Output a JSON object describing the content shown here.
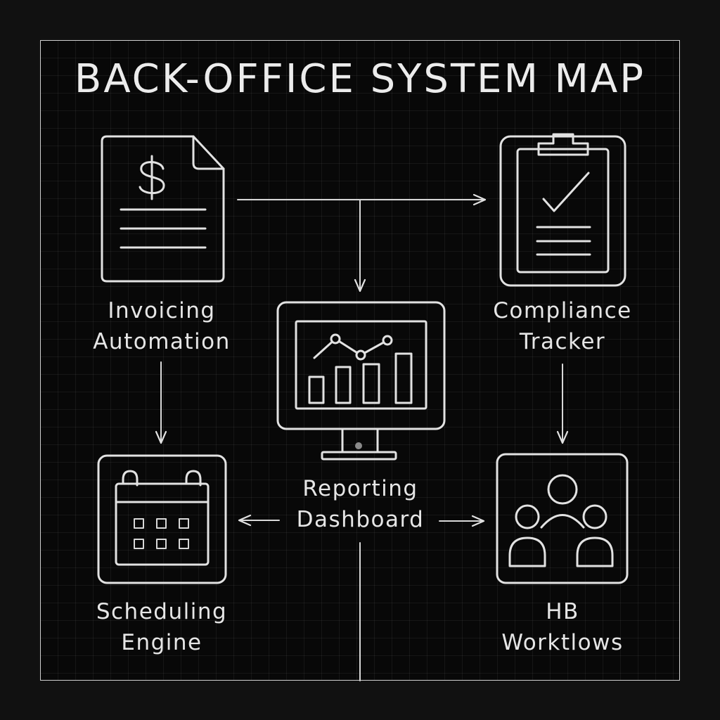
{
  "title": "BACK-OFFICE SYSTEM MAP",
  "colors": {
    "background": "#111111",
    "panel": "#080808",
    "line": "#e2e2e2",
    "text": "#ececec"
  },
  "nodes": {
    "invoicing": {
      "line1": "Invoicing",
      "line2": "Automation",
      "icon": "invoice-document-icon"
    },
    "compliance": {
      "line1": "Compliance",
      "line2": "Tracker",
      "icon": "clipboard-check-icon"
    },
    "reporting": {
      "line1": "Reporting",
      "line2": "Dashboard",
      "icon": "monitor-chart-icon"
    },
    "scheduling": {
      "line1": "Scheduling",
      "line2": "Engine",
      "icon": "calendar-icon"
    },
    "hr": {
      "line1": "HB",
      "line2": "Worktlows",
      "icon": "people-group-icon"
    }
  },
  "edges": [
    {
      "from": "Invoicing Automation",
      "to": "Compliance Tracker"
    },
    {
      "from": "Invoicing Automation",
      "to": "Reporting Dashboard"
    },
    {
      "from": "Invoicing Automation",
      "to": "Scheduling Engine"
    },
    {
      "from": "Compliance Tracker",
      "to": "HB Worktlows"
    },
    {
      "from": "Reporting Dashboard",
      "to": "Scheduling Engine"
    },
    {
      "from": "Reporting Dashboard",
      "to": "HB Worktlows"
    }
  ]
}
